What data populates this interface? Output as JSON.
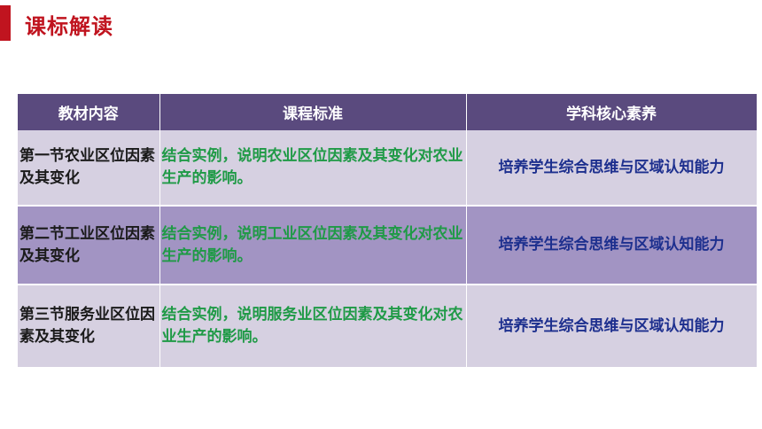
{
  "title": "课标解读",
  "colors": {
    "accent": "#c0141f",
    "header_bg": "#5a4a7e",
    "row_light": "#d6d0e1",
    "row_dark": "#a294c3",
    "standard_text": "#1f9a46",
    "literacy_text": "#1d2f8e"
  },
  "table": {
    "headers": [
      "教材内容",
      "课程标准",
      "学科核心素养"
    ],
    "rows": [
      {
        "content": "第一节农业区位因素及其变化",
        "standard": "结合实例，说明农业区位因素及其变化对农业生产的影响。",
        "literacy": "培养学生综合思维与区域认知能力"
      },
      {
        "content": "第二节工业区位因素及其变化",
        "standard": "结合实例，说明工业区位因素及其变化对农业生产的影响。",
        "literacy": "培养学生综合思维与区域认知能力"
      },
      {
        "content": "第三节服务业区位因素及其变化",
        "standard": "结合实例，说明服务业区位因素及其变化对农业生产的影响。",
        "literacy": "培养学生综合思维与区域认知能力"
      }
    ]
  }
}
